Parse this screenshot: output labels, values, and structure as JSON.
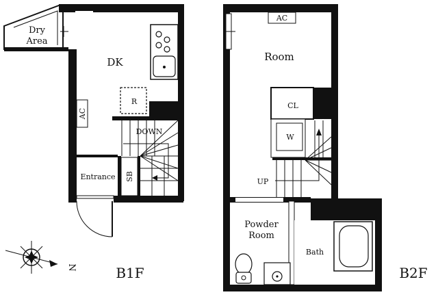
{
  "b1f": {
    "floor_label": "B1F",
    "rooms": {
      "dry_area": [
        "Dry",
        "Area"
      ],
      "dk": "DK",
      "refrigerator": "R",
      "air_conditioner": "AC",
      "stairs": "DOWN",
      "entrance": "Entrance",
      "shoe_box": "SB"
    },
    "compass": "N"
  },
  "b2f": {
    "floor_label": "B2F",
    "rooms": {
      "air_conditioner": "AC",
      "room": "Room",
      "closet": "CL",
      "washer": "W",
      "stairs": "UP",
      "powder_room": [
        "Powder",
        "Room"
      ],
      "bath": "Bath"
    }
  },
  "colors": {
    "wall": "#111111",
    "background": "#ffffff"
  }
}
